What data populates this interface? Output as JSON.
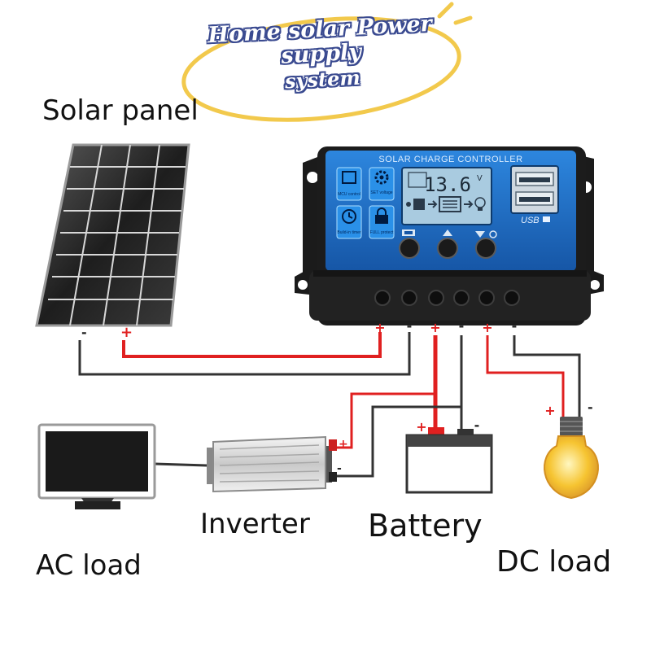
{
  "title": {
    "line1": "Home solar Power supply",
    "line2": "system"
  },
  "labels": {
    "solar_panel": "Solar panel",
    "inverter": "Inverter",
    "battery": "Battery",
    "ac_load": "AC load",
    "dc_load": "DC load"
  },
  "controller": {
    "header": "SOLAR CHARGE CONTROLLER",
    "voltage": "13.6",
    "unit": "V",
    "usb": "USB",
    "badges": {
      "mcu": "MCU control",
      "set": "SET voltage",
      "timer": "Build-in timer",
      "full": "FULL protect"
    }
  },
  "signs": {
    "plus": "+",
    "minus": "-"
  },
  "colors": {
    "controller_blue": "#1f72c8",
    "wire_red": "#e02020",
    "wire_black": "#333333",
    "title_outline": "#3a4a90",
    "title_ring": "#f2c94c",
    "lcd": "#a9cbe0"
  },
  "icons": [
    "sun-icon",
    "usb-port-icon",
    "lock-icon",
    "clock-icon",
    "light-bulb-icon",
    "battery-icon",
    "monitor-icon",
    "gear-icon"
  ]
}
